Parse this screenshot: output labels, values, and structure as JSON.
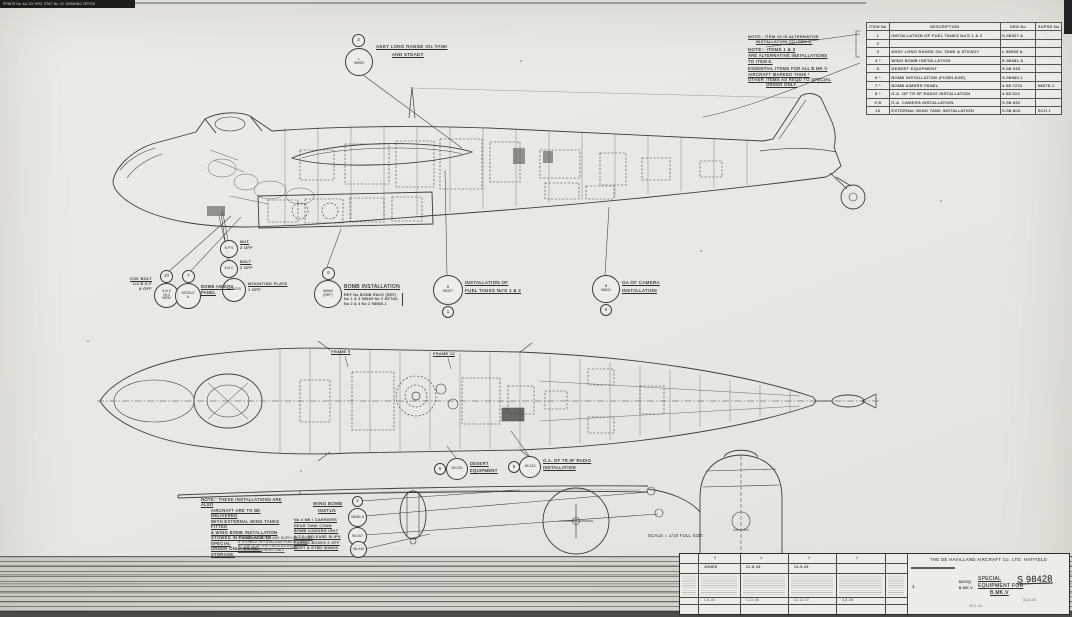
{
  "page": {
    "corner_note": "PRINTS No. ALL BY DRG. STAT. No. 12. DRAWING OFFICE",
    "scale_note": "SCALE = 1/10 FULL SIZE"
  },
  "equipment_table": {
    "headers": [
      "ITEM No",
      "DESCRIPTION",
      "DRG No",
      "SUPSD No"
    ],
    "rows": [
      {
        "item": "1",
        "desc": "INSTALLATION OF FUEL TANKS No'S 1 & 2",
        "drg": "S.98327 A",
        "supsd": ""
      },
      {
        "item": "2",
        "desc": "",
        "drg": "",
        "supsd": ""
      },
      {
        "item": "3",
        "desc": "ASSY LONG RANGE OIL TANK & STEADY",
        "drg": "L.98953 A",
        "supsd": ""
      },
      {
        "item": "4 *",
        "desc": "WING BOMB INSTALLATION",
        "drg": "E.98481-5",
        "supsd": ""
      },
      {
        "item": "5",
        "desc": "DESERT EQUIPMENT",
        "drg": "S.98.033",
        "supsd": ""
      },
      {
        "item": "6 *",
        "desc": "BOMB INSTALLATION (FUSELAGE)",
        "drg": "S.98560-1",
        "supsd": ""
      },
      {
        "item": "7 *",
        "desc": "BOMB AIMERS PANEL",
        "drg": "4.98.7231",
        "supsd": "98575-1"
      },
      {
        "item": "8 *",
        "desc": "G.A. OF TR.9F RADIO INSTALLATION",
        "drg": "4.98.310",
        "supsd": ""
      },
      {
        "item": "9 B",
        "desc": "G.A. CAMERA INSTALLATION",
        "drg": "S.98.631",
        "supsd": ""
      },
      {
        "item": "10",
        "desc": "EXTERNAL WING TANK INSTALLATION",
        "drg": "S.98.604",
        "supsd": "SCH.1"
      }
    ]
  },
  "notes": {
    "n1l1": "NOTE:- ITEM 10 IS ALTERNATIVE",
    "n1l2": "INSTALLATION TO ITEM 6.",
    "n2l1": "NOTE:- ITEMS 1 & 3",
    "n2l2": "ARE ALTERNATIVE INSTALLATIONS",
    "n2l3": "TO ITEM 6.",
    "n3l1": "ESSENTIAL ITEMS FOR ALL B MK V",
    "n3l2": "AIRCRAFT MARKED THUS *",
    "n3l3": "OTHER ITEMS AS REQD TO SPECIAL",
    "n3l4": "ORDER ONLY."
  },
  "callouts": {
    "oil": {
      "item": "3",
      "drg": "L\n98953",
      "l1": "ASSY LONG RANGE OIL TANK",
      "l2": "AND STEADY"
    },
    "nut": {
      "drg": "E.P.S",
      "l1": "NUT",
      "l2": "2 OFF"
    },
    "bolt": {
      "drg": "414 C",
      "l1": "BOLT",
      "l2": "2 OFF"
    },
    "plate": {
      "drg": "98.042/5",
      "l1": "MOUNTING PLATE",
      "l2": "1 OFF"
    },
    "csk": {
      "item": "10",
      "drg": "S.M.S\n18 G\n98750",
      "l1": "CSK BOLT",
      "l2": "1/4 B.S.F",
      "l3": "8 OFF"
    },
    "aimers": {
      "item": "7",
      "drg": "98751/2\nA",
      "l1": "BOMB AIMERS",
      "l2": "PANEL"
    },
    "bomb": {
      "item": "6",
      "drg": "98560\n(REF)",
      "l1": "BOMB INSTALLATION",
      "s1": "REF No BOMB RACK (REF)",
      "s2": "No 1 & 3 98560 No 2 DETAIL",
      "s3": "No 2 & 4 No 2 98560-1"
    },
    "fuel": {
      "item": "1",
      "drg": "B\n98327",
      "l1": "INSTALLATION OF",
      "l2": "FUEL TANKS No'S 1 & 2"
    },
    "camera": {
      "item": "9",
      "drg": "B\n98631",
      "l1": "GA OF CAMERA",
      "l2": "INSTALLATION"
    },
    "desert": {
      "item": "5",
      "drg": "98.033",
      "l1": "DESERT",
      "l2": "EQUIPMENT"
    },
    "radio": {
      "item": "8",
      "drg": "98.310",
      "l1": "G.A. OF TR.9F RADIO",
      "l2": "INSTALLATION"
    },
    "wing_bomb_title_l1": "WING BOMB",
    "wing_bomb_title_l2": "INSTLN",
    "wb1": {
      "item": "2",
      "drg": "98481-5"
    },
    "wb2": {
      "drg": "98-057"
    },
    "wb3": {
      "drg": "98-042"
    }
  },
  "wb_notes": [
    "No 4 MK I CARRIERS",
    "REAR TANK CONN",
    "BOMB LOADING UNIT",
    "A.T.C. RELEASE SLIPS",
    "FUSING BOXES 2 OFF",
    "PORT & STBD WINGS"
  ],
  "plan_labels": {
    "frame_a": "FRAME 9",
    "frame_b": "FRAME 12"
  },
  "bottom_note": {
    "l1": "NOTE:- THESE INSTALLATIONS ARE ALSO",
    "l2": "AIRCRAFT ARE TO BE DELIVERED",
    "l3": "WITH EXTERNAL WING TANKS FITTED",
    "l4": "& WING BOMB INSTALLATION",
    "l5": "STOWED IN FUSELAGE TO SPECIAL",
    "l6": "ORDER ONLY ON DEL. STORAGE.",
    "f1": "THE ABOVE ITEMS ARE SUPPLIED LOOSE",
    "f2": "& STOWED IN FUSELAGE FOR FITTING",
    "f3": "BY UNITS IN THE FIELD AS REQD",
    "f4": "TO SPECIAL ORDER ONLY"
  },
  "title_block": {
    "company": "THE DE HAVILLAND AIRCRAFT Co. LTD.  HATFIELD",
    "aircraft_type_l1": "MOSQ",
    "aircraft_type_l2": "B.MK.V",
    "title_l1": "SPECIAL",
    "title_l2": "EQUIPMENT FOR",
    "title_l3": "B.MK.V",
    "drawing_number": "S 98428",
    "issue_number": "1",
    "date": "31-8-43",
    "small_date": "29-1-43",
    "rev_headers": [
      "5",
      "4",
      "3",
      "2"
    ],
    "rev_row": [
      "JONES",
      "21-8-43",
      "13-9-43",
      ""
    ],
    "rev_dates": [
      "1-8-44",
      "1-11-46",
      "12-12-47",
      "8-8-48"
    ]
  }
}
